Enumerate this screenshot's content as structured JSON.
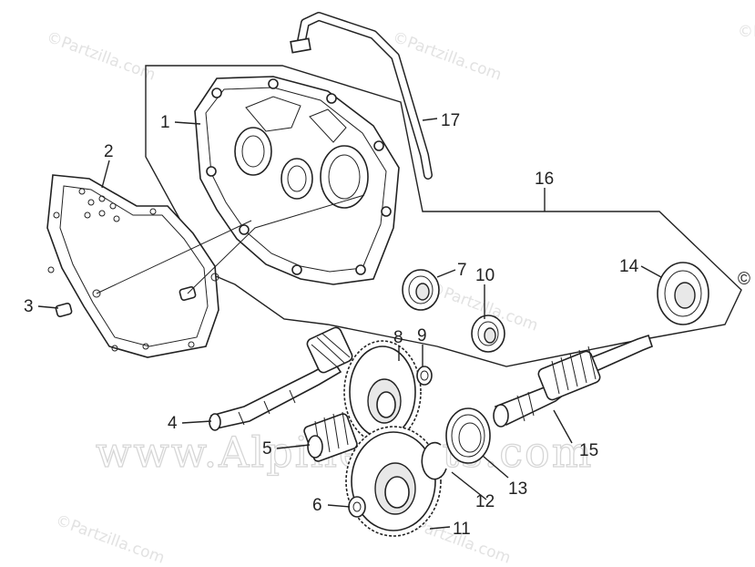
{
  "callouts": {
    "c1": "1",
    "c2": "2",
    "c3": "3",
    "c4": "4",
    "c5": "5",
    "c6": "6",
    "c7": "7",
    "c8": "8",
    "c9": "9",
    "c10": "10",
    "c11": "11",
    "c12": "12",
    "c13": "13",
    "c14": "14",
    "c15": "15",
    "c16": "16",
    "c17": "17"
  },
  "watermarks": {
    "partzilla": "©Partzilla.com",
    "alpine": "www.AlpineParts.com",
    "copyright_mark": "©"
  },
  "colors": {
    "line": "#222222",
    "watermark": "#e2e2e2",
    "background": "#ffffff"
  }
}
